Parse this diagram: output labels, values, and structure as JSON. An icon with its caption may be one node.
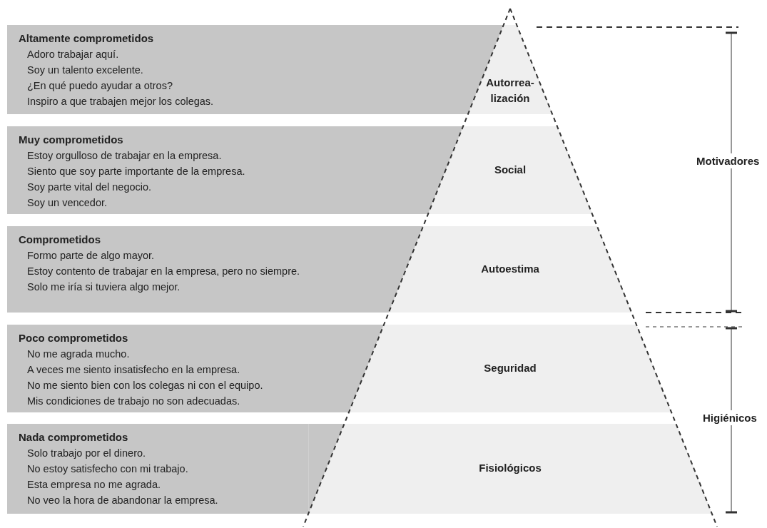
{
  "diagram": {
    "nodes": [
      {
        "text": [
          "Altamente comprometidos",
          "Adoro trabajar aquí.",
          "Soy un talento excelente.",
          "¿En qué puedo ayudar a otros?",
          "Inspiro a que trabajen mejor los colegas."
        ]
      },
      {
        "text": [
          "Muy comprometidos",
          "Estoy orgulloso de trabajar en la empresa.",
          "Siento que soy parte importante de la empresa.",
          "Soy parte vital del negocio.",
          "Soy un vencedor."
        ]
      },
      {
        "text": [
          "Comprometidos",
          "Formo parte de algo mayor.",
          "Estoy contento de trabajar en la empresa, pero no siempre.",
          "Solo me iría si tuviera algo mejor."
        ]
      },
      {
        "text": [
          "Poco comprometidos",
          "No me agrada mucho.",
          "A veces me siento insatisfecho en la empresa.",
          "No me siento bien con los colegas ni con el equipo.",
          "Mis condiciones de trabajo no son adecuadas."
        ]
      },
      {
        "text": [
          "Nada comprometidos",
          "Solo trabajo por el dinero.",
          "No estoy satisfecho con mi trabajo.",
          "Esta empresa no me agrada.",
          "No veo la hora de abandonar la empresa."
        ]
      },
      {
        "text": [
          "Autorrea-lización"
        ]
      },
      {
        "text": [
          "Social"
        ]
      },
      {
        "text": [
          "Autoestima"
        ]
      },
      {
        "text": [
          "Seguridad"
        ]
      },
      {
        "text": [
          "Fisiológicos"
        ]
      }
    ],
    "edges": [],
    "labels": [
      "Motivadores",
      "Higiénicos"
    ]
  }
}
